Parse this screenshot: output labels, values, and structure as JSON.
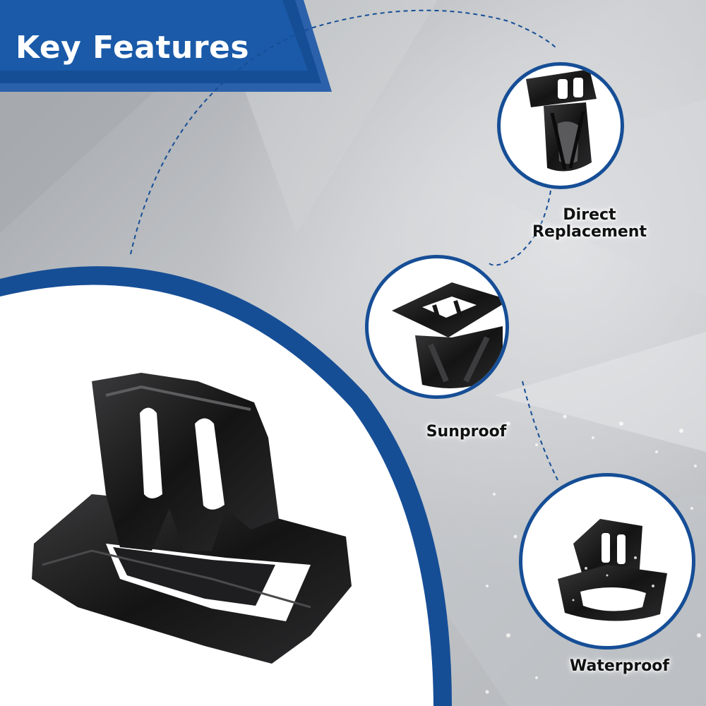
{
  "banner": {
    "title": "Key Features"
  },
  "features": [
    {
      "label": "Direct Replacement"
    },
    {
      "label": "Sunproof"
    },
    {
      "label": "Waterproof"
    }
  ],
  "colors": {
    "brand_blue": "#164e96",
    "background_gray": "#bcbfc3",
    "label_text": "#111111",
    "part_black": "#161616"
  },
  "icons": {
    "main": "clip-fastener-large",
    "direct": "clip-fastener-top-view",
    "sunproof": "clip-fastener-angled-view",
    "waterproof": "clip-fastener-wet"
  }
}
